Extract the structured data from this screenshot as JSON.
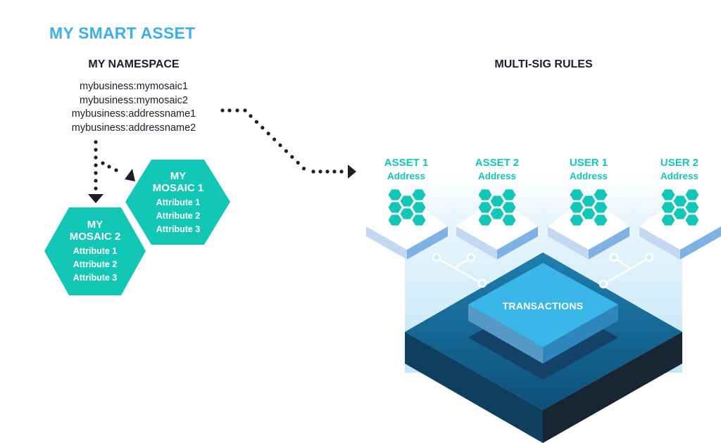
{
  "title": "MY SMART ASSET",
  "namespace": {
    "heading": "MY NAMESPACE",
    "entries": [
      "mybusiness:mymosaic1",
      "mybusiness:mymosaic2",
      "mybusiness:addressname1",
      "mybusiness:addressname2"
    ]
  },
  "mosaics": [
    {
      "line1": "MY",
      "line2": "MOSAIC 1",
      "attributes": [
        "Attribute 1",
        "Attribute 2",
        "Attribute 3"
      ]
    },
    {
      "line1": "MY",
      "line2": "MOSAIC 2",
      "attributes": [
        "Attribute 1",
        "Attribute 2",
        "Attribute 3"
      ]
    }
  ],
  "multisig": {
    "heading": "MULTI-SIG RULES",
    "accounts": [
      {
        "name": "ASSET 1",
        "sub": "Address"
      },
      {
        "name": "ASSET 2",
        "sub": "Address"
      },
      {
        "name": "USER 1",
        "sub": "Address"
      },
      {
        "name": "USER 2",
        "sub": "Address"
      }
    ],
    "center_label": "TRANSACTIONS"
  },
  "colors": {
    "title": "#3fb0e6",
    "teal": "#12c7b5",
    "dark": "#1d1d2c",
    "block_top": "#1b6e9e",
    "block_left": "#0f3f5f",
    "block_right": "#182633",
    "inner_top": "#3bb6e8",
    "inner_left": "#5599c7",
    "inner_right": "#2f86bd",
    "beam": "#c8e9f7",
    "tile_left": "#c2d9f1",
    "tile_right": "#7db2e2"
  }
}
